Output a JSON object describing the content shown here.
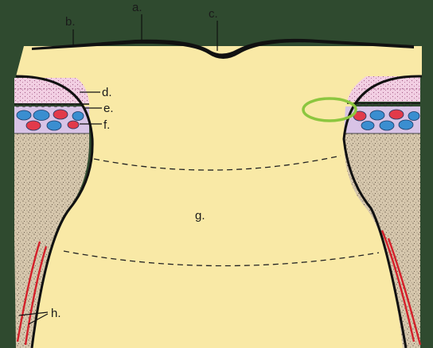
{
  "diagram": {
    "labels": {
      "a": "a.",
      "b": "b.",
      "c": "c.",
      "d": "d.",
      "e": "e.",
      "f": "f.",
      "g": "g.",
      "h": "h."
    }
  },
  "colors": {
    "background": "#2f4a2f",
    "cytoplasm": "#f9e9a6",
    "stipple_region": "#d6c7ad",
    "pink_layer": "#f2cfe3",
    "lavender_layer": "#d8c3e6",
    "blue_cell": "#3a8ed0",
    "red_cell": "#e23a4a",
    "vessel_red": "#d4202a",
    "highlight": "#8cc63f",
    "outline": "#111111"
  }
}
